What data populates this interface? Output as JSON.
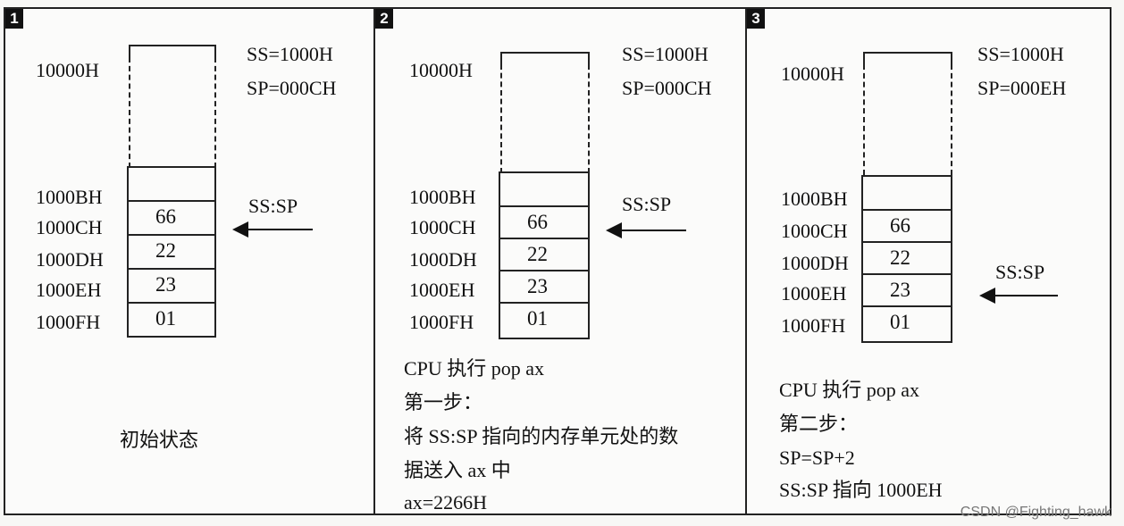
{
  "panels": [
    {
      "number": "1",
      "registers": [
        "SS=1000H",
        "SP=000CH"
      ],
      "top_address": "10000H",
      "addresses": [
        "1000BH",
        "1000CH",
        "1000DH",
        "1000EH",
        "1000FH"
      ],
      "values": [
        "",
        "66",
        "22",
        "23",
        "01"
      ],
      "pointer_label": "SS:SP",
      "pointer_at": "1000CH",
      "caption": [
        "初始状态"
      ]
    },
    {
      "number": "2",
      "registers": [
        "SS=1000H",
        "SP=000CH"
      ],
      "top_address": "10000H",
      "addresses": [
        "1000BH",
        "1000CH",
        "1000DH",
        "1000EH",
        "1000FH"
      ],
      "values": [
        "",
        "66",
        "22",
        "23",
        "01"
      ],
      "pointer_label": "SS:SP",
      "pointer_at": "1000CH",
      "caption": [
        "CPU 执行  pop ax",
        "第一步：",
        "将 SS:SP 指向的内存单元处的数",
        "据送入 ax 中",
        "ax=2266H"
      ]
    },
    {
      "number": "3",
      "registers": [
        "SS=1000H",
        "SP=000EH"
      ],
      "top_address": "10000H",
      "addresses": [
        "1000BH",
        "1000CH",
        "1000DH",
        "1000EH",
        "1000FH"
      ],
      "values": [
        "",
        "66",
        "22",
        "23",
        "01"
      ],
      "pointer_label": "SS:SP",
      "pointer_at": "1000EH",
      "caption": [
        "CPU 执行  pop ax",
        "第二步：",
        "SP=SP+2",
        "SS:SP 指向 1000EH"
      ]
    }
  ],
  "watermark": "CSDN @Fighting_hawk"
}
